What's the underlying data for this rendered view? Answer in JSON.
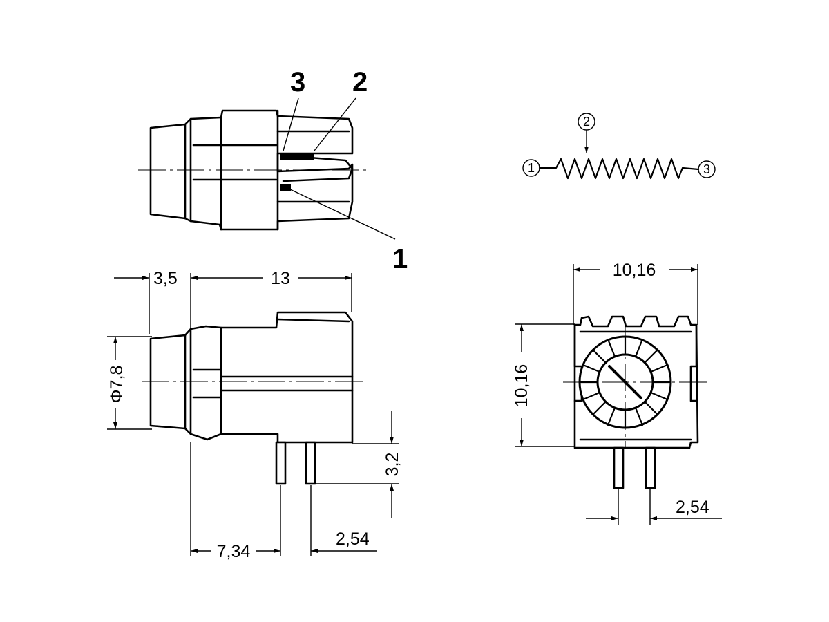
{
  "pins": {
    "p1": "1",
    "p2": "2",
    "p3": "3"
  },
  "schematic": {
    "t1": "1",
    "t2": "2",
    "t3": "3"
  },
  "dimensions": {
    "front_length": "3,5",
    "body_length": "13",
    "diameter": "Φ7,8",
    "pin_offset": "7,34",
    "pin_spacing_side": "2,54",
    "pin_height": "3,2",
    "width": "10,16",
    "height": "10,16",
    "pin_spacing_front": "2,54"
  }
}
